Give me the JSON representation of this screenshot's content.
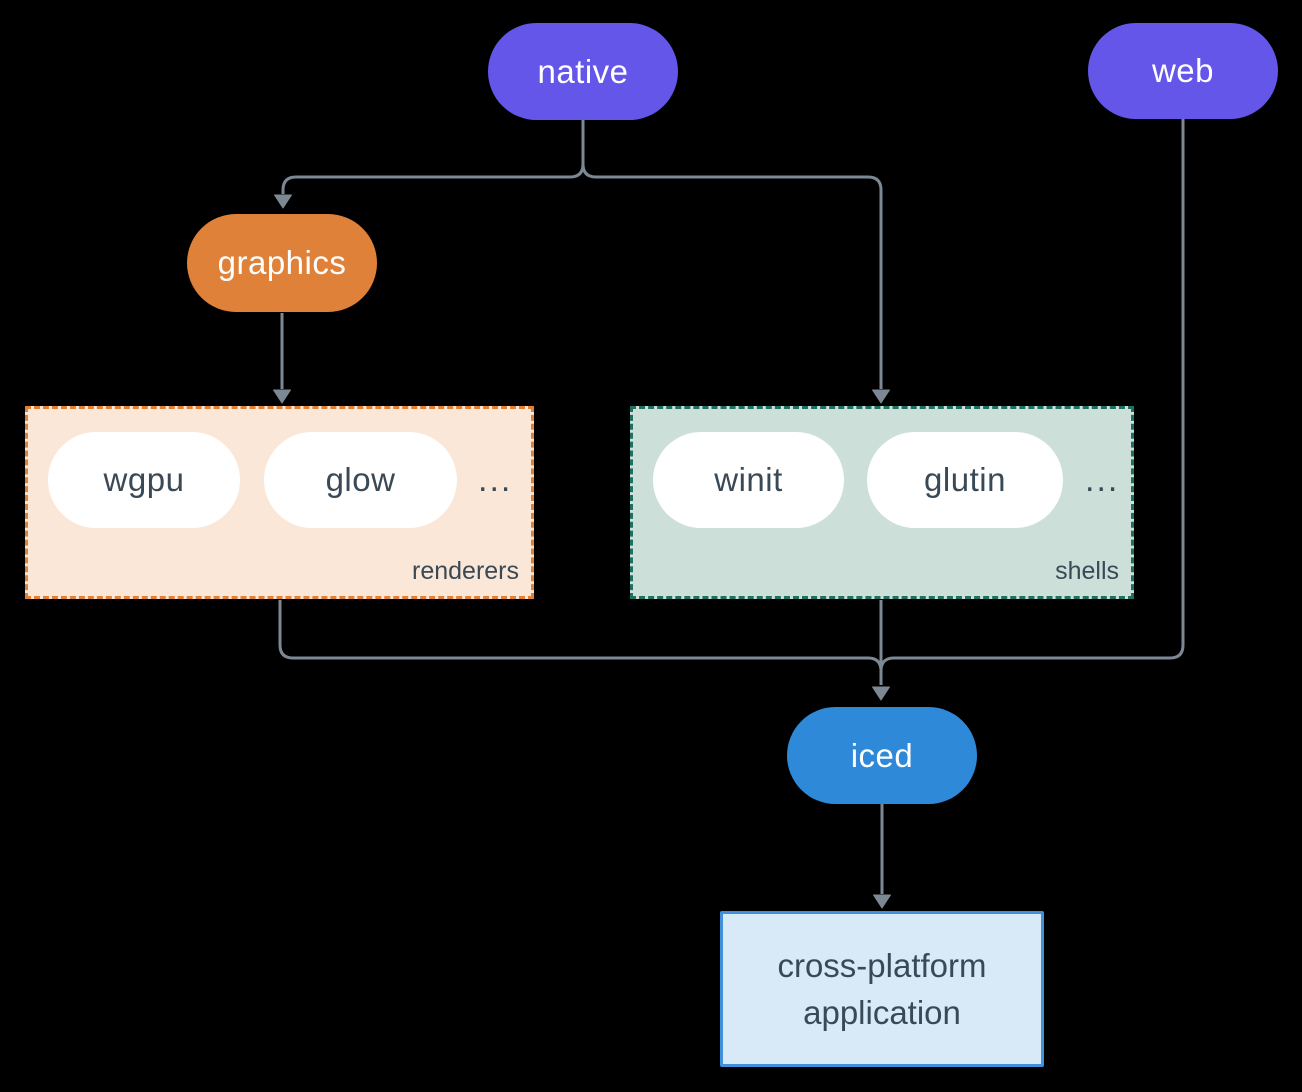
{
  "diagram": {
    "nodes": {
      "native": {
        "label": "native"
      },
      "web": {
        "label": "web"
      },
      "graphics": {
        "label": "graphics"
      },
      "iced": {
        "label": "iced"
      },
      "app": {
        "line1": "cross-platform",
        "line2": "application"
      }
    },
    "groups": {
      "renderers": {
        "label": "renderers",
        "items": [
          "wgpu",
          "glow"
        ],
        "ellipsis": "..."
      },
      "shells": {
        "label": "shells",
        "items": [
          "winit",
          "glutin"
        ],
        "ellipsis": "..."
      }
    },
    "colors": {
      "node_purple": "#6456E8",
      "node_orange": "#E0813A",
      "node_blue": "#2E8AD8",
      "group_renderers_bg": "#FAE7D8",
      "group_renderers_border": "#E08136",
      "group_shells_bg": "#CDDFD9",
      "group_shells_border": "#1F705F",
      "app_bg": "#D8E9F8",
      "app_border": "#4190DB",
      "line": "#7C8894",
      "text_dark": "#3A4956",
      "text_light": "#FFFFFF"
    }
  }
}
